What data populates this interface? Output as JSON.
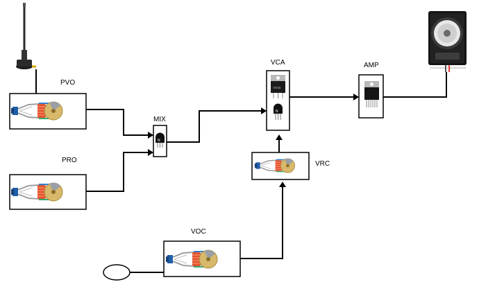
{
  "diagram": {
    "labels": {
      "pvo": "PVO",
      "pro": "PRO",
      "mix": "MIX",
      "vca": "VCA",
      "amp": "AMP",
      "vrc": "VRC",
      "voc": "VOC"
    },
    "components": [
      {
        "id": "antenna",
        "icon": "antenna-icon"
      },
      {
        "id": "pvo",
        "icon": "theremin-oscillator-icon"
      },
      {
        "id": "pro",
        "icon": "theremin-oscillator-icon"
      },
      {
        "id": "mix",
        "icon": "transistor-icon"
      },
      {
        "id": "vca",
        "icon": "voltage-regulator-and-transistor-icon"
      },
      {
        "id": "amp",
        "icon": "amplifier-chip-icon"
      },
      {
        "id": "speaker",
        "icon": "speaker-icon"
      },
      {
        "id": "vrc",
        "icon": "theremin-oscillator-icon"
      },
      {
        "id": "voc",
        "icon": "theremin-oscillator-icon"
      },
      {
        "id": "volume-antenna",
        "icon": "loop-antenna-icon"
      }
    ],
    "colors": {
      "wire": "#000000",
      "coil": "#e2552f",
      "pad": "#1f5ea8",
      "knob": "#d8b86a",
      "speaker_wire": "#e53935"
    }
  }
}
